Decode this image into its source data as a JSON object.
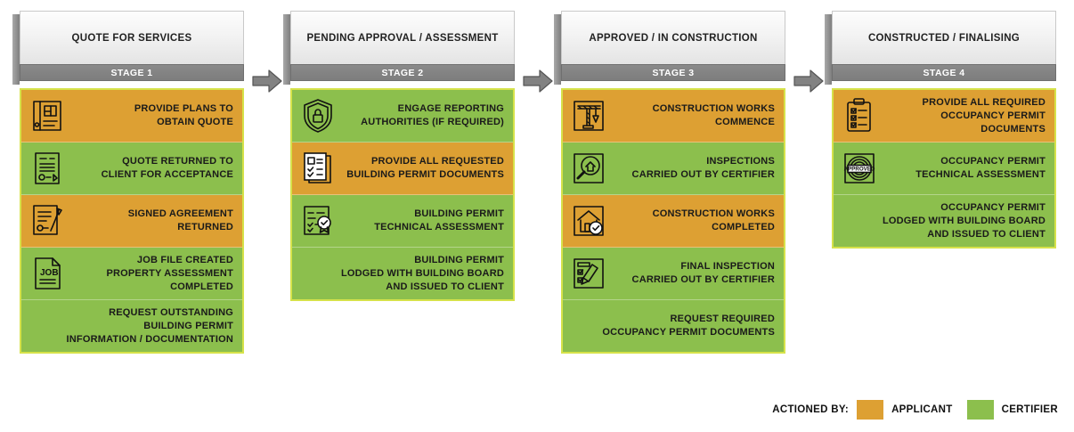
{
  "colors": {
    "applicant": "#DDA033",
    "certifier": "#8CBF4D",
    "stage_banner": "#7D7D7D",
    "stack_border": "#D6E24A",
    "arrow": "#808080"
  },
  "stages": [
    {
      "title": "QUOTE FOR SERVICES",
      "banner": "STAGE 1",
      "tasks": [
        {
          "label": "PROVIDE PLANS TO\nOBTAIN QUOTE",
          "actor": "applicant",
          "icon": "blueprint-plans-icon"
        },
        {
          "label": "QUOTE RETURNED TO\nCLIENT FOR ACCEPTANCE",
          "actor": "certifier",
          "icon": "quote-document-icon"
        },
        {
          "label": "SIGNED AGREEMENT\nRETURNED",
          "actor": "applicant",
          "icon": "signed-agreement-icon"
        },
        {
          "label": "JOB FILE CREATED\nPROPERTY ASSESSMENT\nCOMPLETED",
          "actor": "certifier",
          "icon": "job-file-icon"
        },
        {
          "label": "REQUEST OUTSTANDING\nBUILDING PERMIT\nINFORMATION / DOCUMENTATION",
          "actor": "certifier",
          "icon": "none"
        }
      ]
    },
    {
      "title": "PENDING APPROVAL / ASSESSMENT",
      "banner": "STAGE 2",
      "tasks": [
        {
          "label": "ENGAGE REPORTING\nAUTHORITIES (IF REQUIRED)",
          "actor": "certifier",
          "icon": "shield-lock-icon"
        },
        {
          "label": "PROVIDE ALL REQUESTED\nBUILDING PERMIT DOCUMENTS",
          "actor": "applicant",
          "icon": "checklist-documents-icon"
        },
        {
          "label": "BUILDING PERMIT\nTECHNICAL ASSESSMENT",
          "actor": "certifier",
          "icon": "certified-document-icon"
        },
        {
          "label": "BUILDING PERMIT\nLODGED WITH BUILDING BOARD\nAND ISSUED TO CLIENT",
          "actor": "certifier",
          "icon": "none"
        }
      ]
    },
    {
      "title": "APPROVED / IN CONSTRUCTION",
      "banner": "STAGE 3",
      "tasks": [
        {
          "label": "CONSTRUCTION WORKS\nCOMMENCE",
          "actor": "applicant",
          "icon": "crane-icon"
        },
        {
          "label": "INSPECTIONS\nCARRIED OUT BY CERTIFIER",
          "actor": "certifier",
          "icon": "magnifier-house-icon"
        },
        {
          "label": "CONSTRUCTION WORKS\nCOMPLETED",
          "actor": "applicant",
          "icon": "house-check-icon"
        },
        {
          "label": "FINAL INSPECTION\nCARRIED OUT BY CERTIFIER",
          "actor": "certifier",
          "icon": "final-inspection-icon"
        },
        {
          "label": "REQUEST REQUIRED\nOCCUPANCY PERMIT DOCUMENTS",
          "actor": "certifier",
          "icon": "none"
        }
      ]
    },
    {
      "title": "CONSTRUCTED / FINALISING",
      "banner": "STAGE 4",
      "tasks": [
        {
          "label": "PROVIDE ALL REQUIRED\nOCCUPANCY PERMIT DOCUMENTS",
          "actor": "applicant",
          "icon": "clipboard-checklist-icon"
        },
        {
          "label": "OCCUPANCY PERMIT\nTECHNICAL ASSESSMENT",
          "actor": "certifier",
          "icon": "approved-stamp-icon"
        },
        {
          "label": "OCCUPANCY PERMIT\nLODGED WITH BUILDING BOARD\nAND ISSUED TO CLIENT",
          "actor": "certifier",
          "icon": "none"
        }
      ]
    }
  ],
  "connectors": [
    {
      "icon": "arrow-right-icon"
    },
    {
      "icon": "arrow-right-icon"
    },
    {
      "icon": "arrow-right-icon"
    }
  ],
  "legend": {
    "title": "ACTIONED BY:",
    "items": [
      {
        "label": "APPLICANT",
        "actor": "applicant"
      },
      {
        "label": "CERTIFIER",
        "actor": "certifier"
      }
    ]
  }
}
